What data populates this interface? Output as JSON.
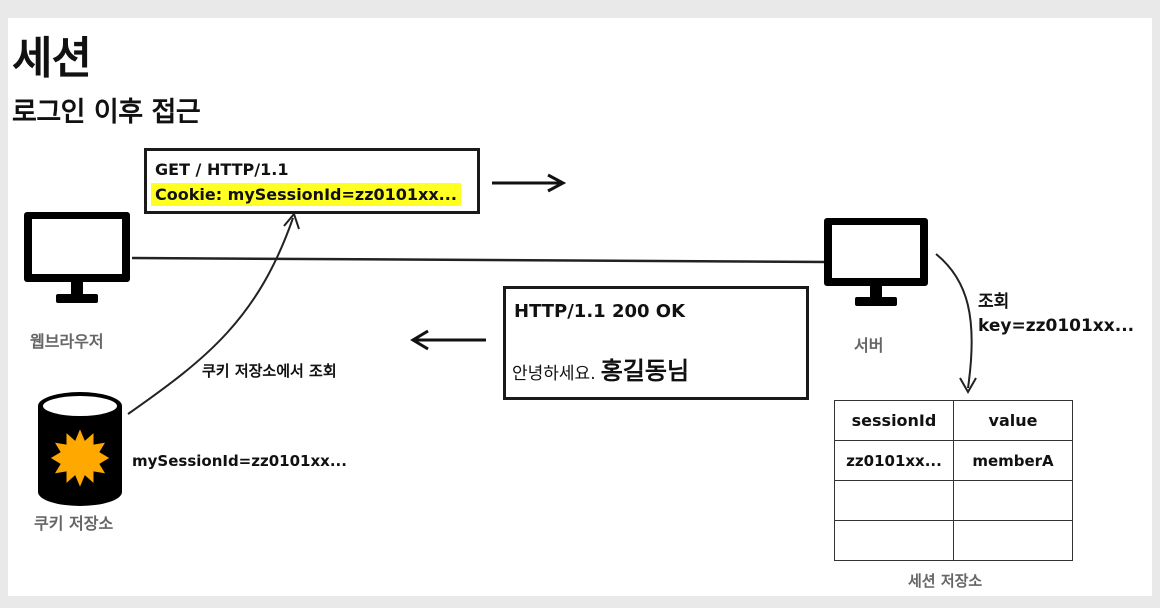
{
  "slide": {
    "title": "세션",
    "subtitle": "로그인 이후 접근"
  },
  "request": {
    "line1": "GET / HTTP/1.1",
    "line2": "Cookie: mySessionId=zz0101xx..."
  },
  "response": {
    "line1": "HTTP/1.1 200 OK",
    "greeting": "안녕하세요.",
    "name": "홍길동님"
  },
  "client": {
    "label": "웹브라우저"
  },
  "server": {
    "label": "서버",
    "lookup_line1": "조회",
    "lookup_line2": "key=zz0101xx..."
  },
  "cookie_store": {
    "label": "쿠키 저장소",
    "lookup_note": "쿠키 저장소에서 조회",
    "entry": "mySessionId=zz0101xx..."
  },
  "session_store": {
    "label": "세션 저장소",
    "headers": [
      "sessionId",
      "value"
    ],
    "rows": [
      [
        "zz0101xx...",
        "memberA"
      ],
      [
        "",
        ""
      ],
      [
        "",
        ""
      ]
    ]
  },
  "colors": {
    "highlight": "#ffff22",
    "star": "#ffa800"
  }
}
